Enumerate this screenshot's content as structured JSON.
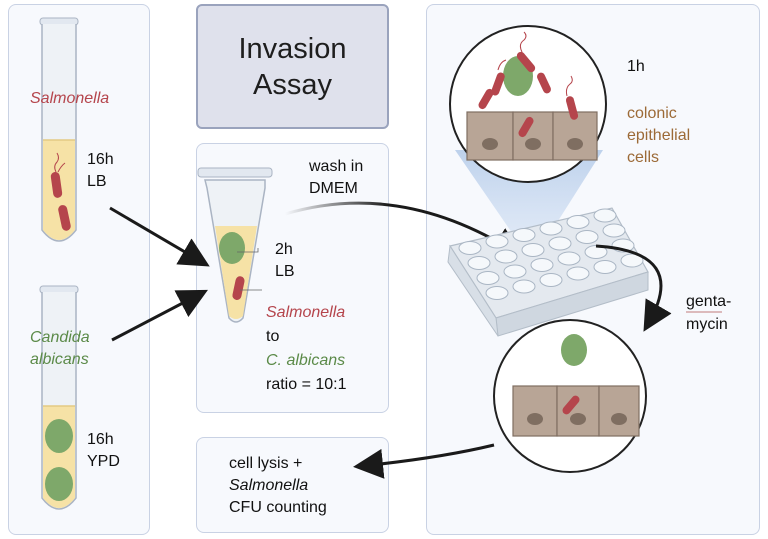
{
  "title": {
    "line1": "Invasion",
    "line2": "Assay"
  },
  "tube1": {
    "organism": "Salmonella",
    "time": "16h",
    "medium": "LB"
  },
  "tube2": {
    "organism_line1": "Candida",
    "organism_line2": "albicans",
    "time": "16h",
    "medium": "YPD"
  },
  "coculture": {
    "time": "2h",
    "medium": "LB",
    "ratio_part1": "Salmonella",
    "ratio_part2": "to",
    "ratio_part3": "C. albicans",
    "ratio_value": "ratio = 10:1"
  },
  "wash": {
    "line1": "wash in",
    "line2": "DMEM"
  },
  "infection": {
    "time": "1h",
    "cells_line1": "colonic",
    "cells_line2": "epithelial",
    "cells_line3": "cells"
  },
  "treatment": {
    "line1": "genta-",
    "line2": "mycin"
  },
  "readout": {
    "line1": "cell lysis +",
    "line2": "Salmonella",
    "line3": "CFU counting"
  },
  "colors": {
    "salmonella": "#b5454c",
    "candida": "#7ea86a",
    "epithelial": "#b8a596",
    "medium": "#f6e2a6",
    "arrow": "#1a1a1a"
  }
}
